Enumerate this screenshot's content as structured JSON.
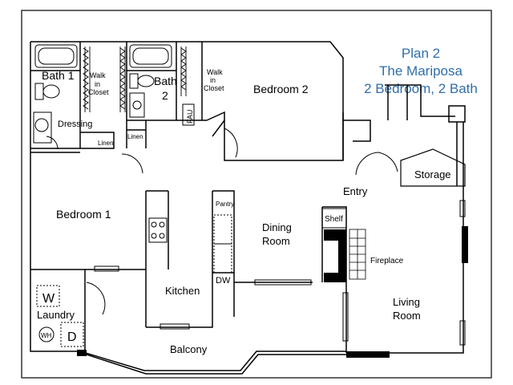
{
  "title": {
    "plan": "Plan 2",
    "name": "The Mariposa",
    "config": "2 Bedroom, 2 Bath"
  },
  "rooms": {
    "bath1": "Bath 1",
    "walk_in_closet_1": [
      "Walk",
      "in",
      "Closet"
    ],
    "bath2": [
      "Bath",
      "2"
    ],
    "walk_in_closet_2": [
      "Walk",
      "in",
      "Closet"
    ],
    "bedroom2": "Bedroom 2",
    "dressing": "Dressing",
    "linen1": "Linen",
    "linen2": "Linen",
    "fau": "FAU",
    "storage": "Storage",
    "entry": "Entry",
    "bedroom1": "Bedroom 1",
    "pantry": "Pantry",
    "shelf": "Shelf",
    "dining": [
      "Dining",
      "Room"
    ],
    "fireplace": "Fireplace",
    "dw": "DW",
    "kitchen": "Kitchen",
    "living": [
      "Living",
      "Room"
    ],
    "washer": "W",
    "laundry": "Laundry",
    "water_heater": "WH",
    "dryer": "D",
    "balcony": "Balcony"
  },
  "colors": {
    "title": "#2f6ea8",
    "wall": "#000000",
    "frame": "#333333"
  }
}
